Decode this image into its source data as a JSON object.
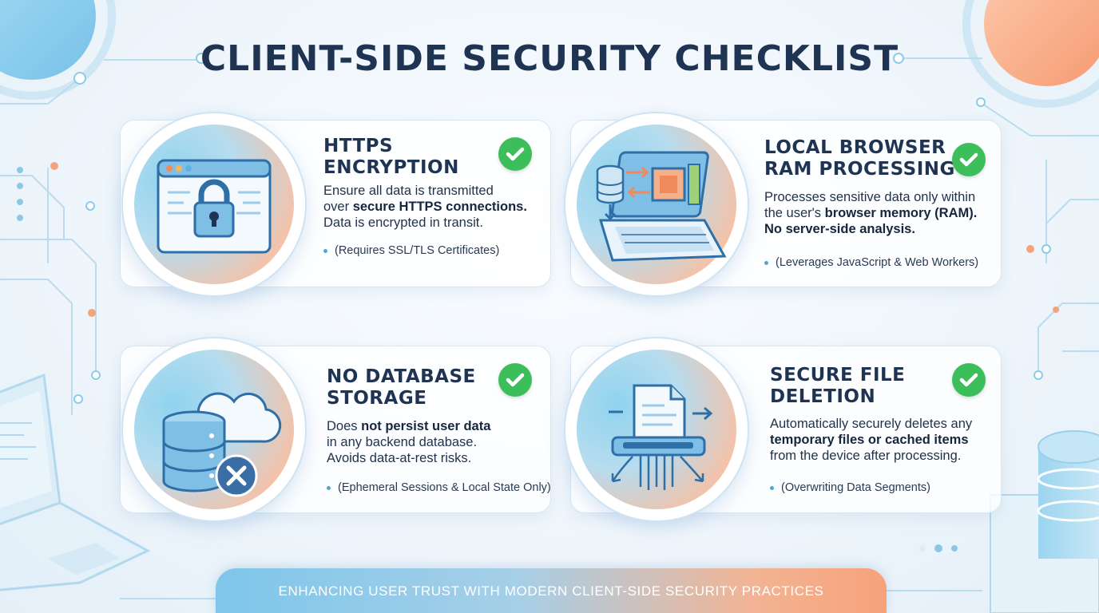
{
  "title": "CLIENT-SIDE SECURITY CHECKLIST",
  "cards": [
    {
      "heading": [
        "HTTPS",
        "ENCRYPTION"
      ],
      "description": [
        {
          "plain": "Ensure all data is transmitted",
          "bold": ""
        },
        {
          "plain": "over ",
          "bold": "secure HTTPS connections."
        },
        {
          "plain": "Data is encrypted in transit.",
          "bold": ""
        }
      ],
      "note": "(Requires SSL/TLS Certificates)",
      "icon": "browser-padlock-icon"
    },
    {
      "heading": [
        "LOCAL BROWSER",
        "RAM PROCESSING"
      ],
      "description": [
        {
          "plain": "Processes sensitive data only within",
          "bold": ""
        },
        {
          "plain": "the user's ",
          "bold": "browser memory (RAM)."
        },
        {
          "plain": "",
          "bold": "No server-side analysis."
        }
      ],
      "note": "(Leverages JavaScript & Web Workers)",
      "icon": "laptop-ram-icon"
    },
    {
      "heading": [
        "NO DATABASE",
        "STORAGE"
      ],
      "description": [
        {
          "plain": "Does ",
          "bold": "not persist user data"
        },
        {
          "plain": "in any backend database.",
          "bold": ""
        },
        {
          "plain": "Avoids data-at-rest risks.",
          "bold": ""
        }
      ],
      "note": "(Ephemeral Sessions & Local State Only)",
      "icon": "database-cloud-x-icon"
    },
    {
      "heading": [
        "SECURE FILE",
        "DELETION"
      ],
      "description": [
        {
          "plain": "Automatically securely deletes any",
          "bold": ""
        },
        {
          "plain": "",
          "bold": "temporary files or cached items"
        },
        {
          "plain": "from the device after processing.",
          "bold": ""
        }
      ],
      "note": "(Overwriting Data Segments)",
      "icon": "file-shredder-icon"
    }
  ],
  "footer": "ENHANCING USER TRUST WITH MODERN CLIENT-SIDE SECURITY PRACTICES",
  "colors": {
    "check": "#3cbe5a",
    "accent_blue": "#7ec6ea",
    "accent_orange": "#f7a27a",
    "title": "#1f3452"
  }
}
